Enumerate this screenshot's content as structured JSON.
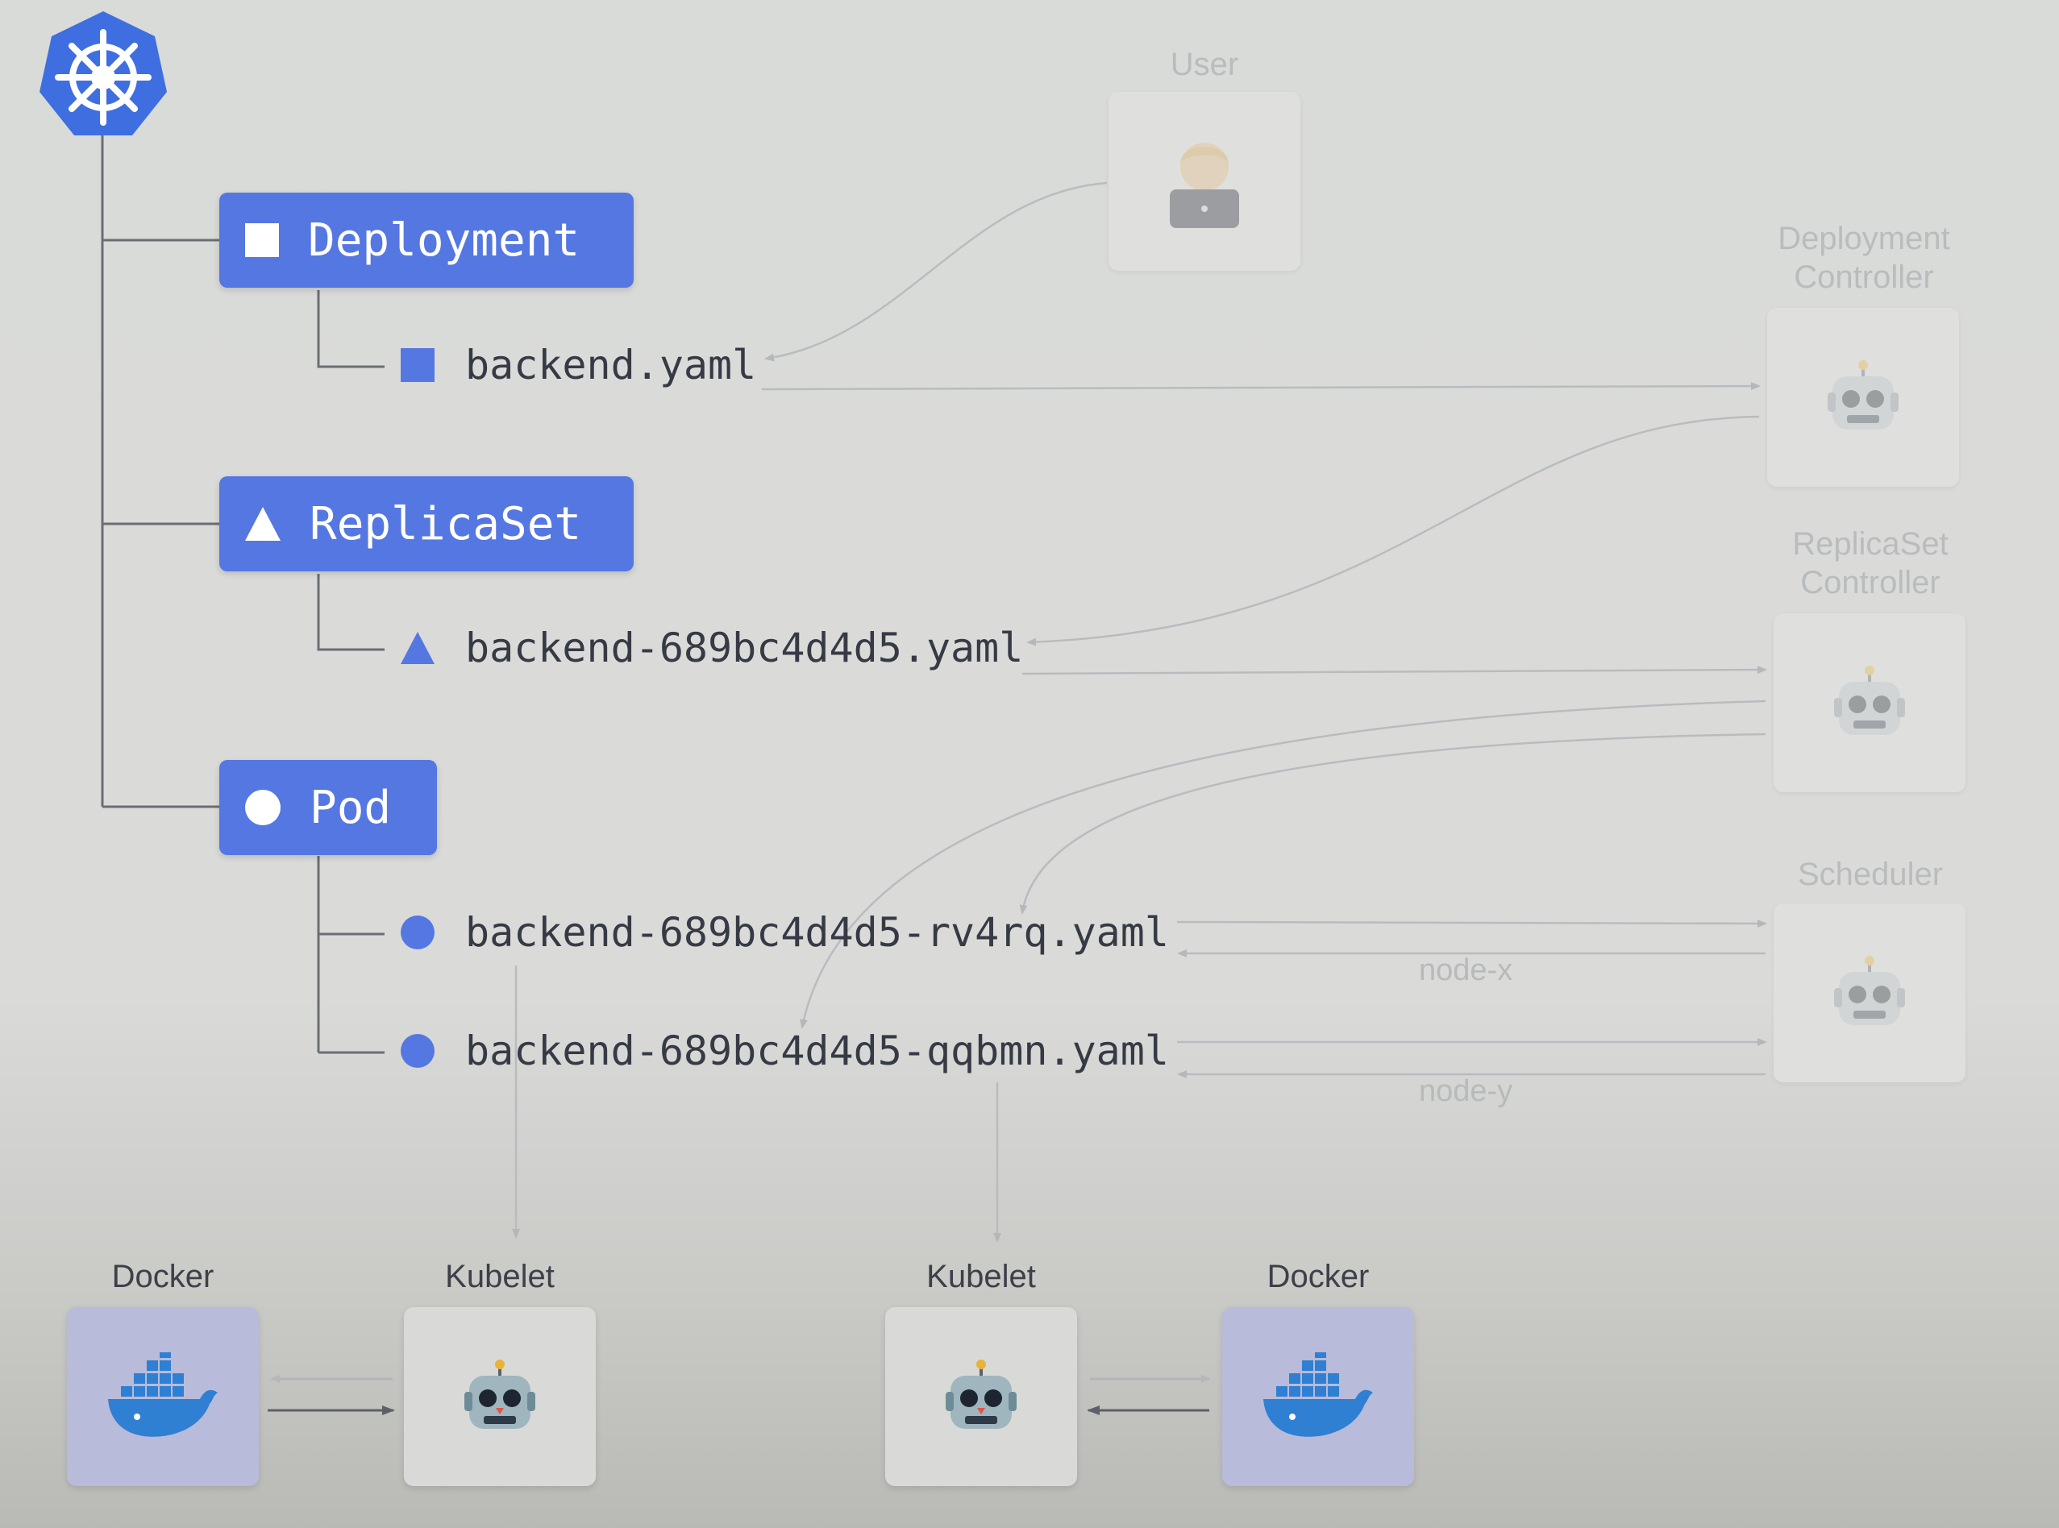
{
  "resources": {
    "deployment": {
      "kind": "Deployment",
      "file": "backend.yaml"
    },
    "replicaset": {
      "kind": "ReplicaSet",
      "file": "backend-689bc4d4d5.yaml"
    },
    "pod": {
      "kind": "Pod",
      "files": [
        "backend-689bc4d4d5-rv4rq.yaml",
        "backend-689bc4d4d5-qqbmn.yaml"
      ]
    }
  },
  "actors": {
    "user": "User",
    "deployment_controller": "Deployment\nController",
    "replicaset_controller": "ReplicaSet\nController",
    "scheduler": "Scheduler"
  },
  "edges": {
    "node_x": "node-x",
    "node_y": "node-y"
  },
  "nodes": {
    "left": {
      "runtime": "Docker",
      "agent": "Kubelet"
    },
    "right": {
      "agent": "Kubelet",
      "runtime": "Docker"
    }
  },
  "colors": {
    "accent": "#5577e2",
    "text": "#363a44",
    "faded": "#b9bcbd",
    "docker_card": "#b8bbd9",
    "docker_blue": "#2f7fd3"
  },
  "icons": {
    "logo": "kubernetes-helm-icon",
    "user": "person-with-laptop-icon",
    "controller": "robot-icon",
    "runtime": "docker-whale-icon"
  }
}
